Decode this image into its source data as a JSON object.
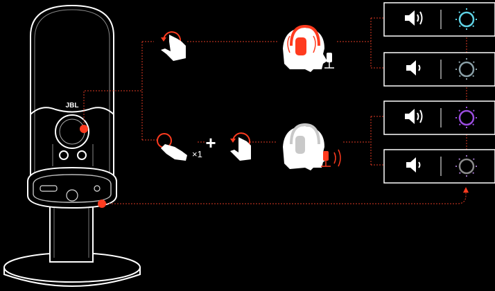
{
  "diagram": {
    "brand_label": "JBL",
    "flow_a": {
      "gesture": "rotate-knob-icon",
      "headphone_state": "active",
      "mic_state": "inactive"
    },
    "flow_b": {
      "gesture_1": "press-knob-icon",
      "press_count_label": "×1",
      "combine_symbol": "+",
      "gesture_2": "rotate-knob-icon",
      "headphone_state": "inactive",
      "mic_state": "active"
    },
    "panels": [
      {
        "volume": "high",
        "ring_color": "#5fd3e6"
      },
      {
        "volume": "low",
        "ring_color": "#8aa0a8"
      },
      {
        "volume": "high",
        "ring_color": "#9b4de0"
      },
      {
        "volume": "low",
        "ring_color": "#8a8a8a"
      }
    ],
    "colors": {
      "accent": "#ff3b1f",
      "line": "#e03a25",
      "white": "#ffffff",
      "grey": "#c9c9c9"
    }
  }
}
